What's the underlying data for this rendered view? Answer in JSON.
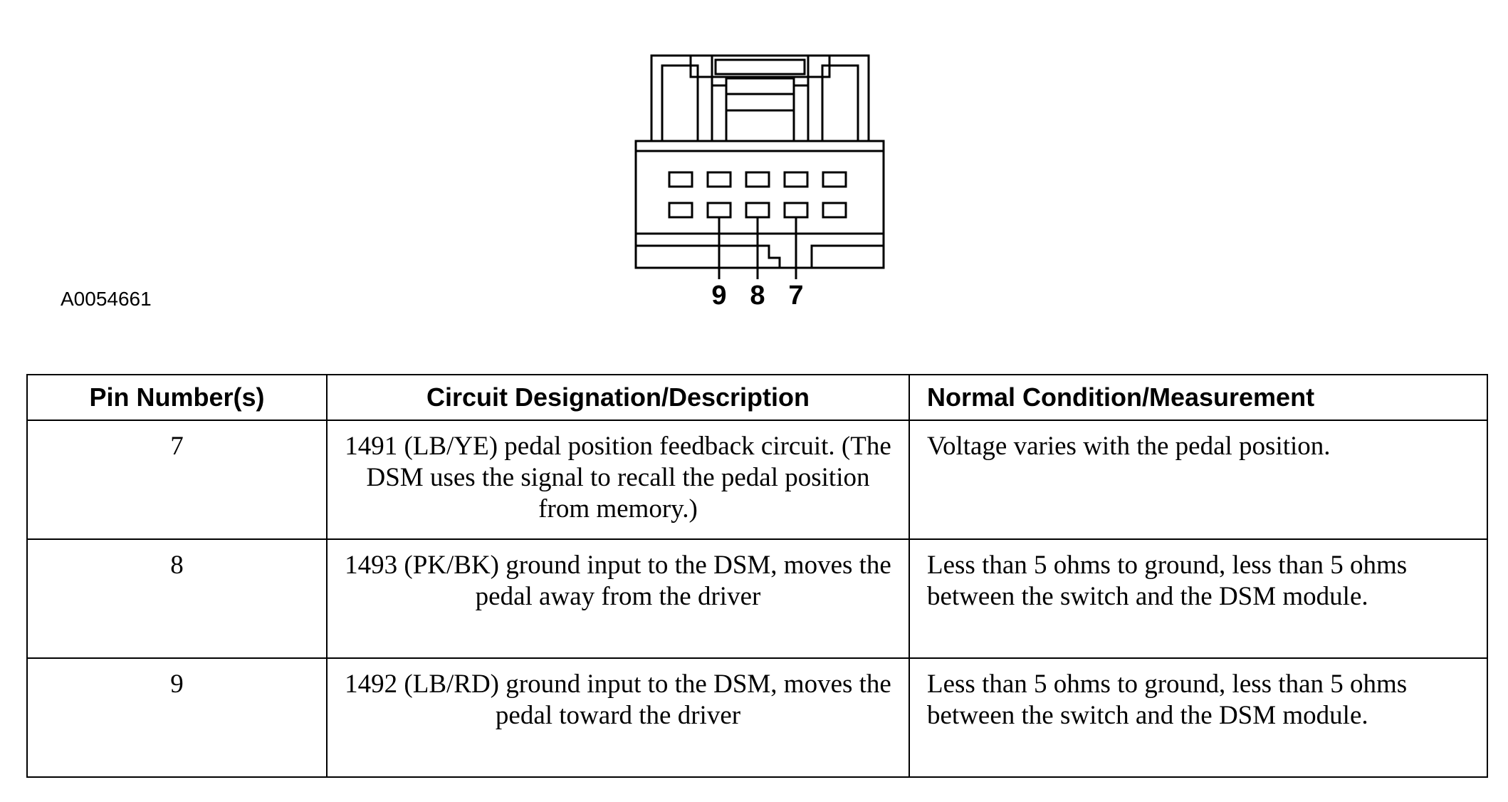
{
  "figure": {
    "id": "A0054661",
    "pin_labels": [
      "9",
      "8",
      "7"
    ]
  },
  "table": {
    "headers": [
      "Pin Number(s)",
      "Circuit Designation/Description",
      "Normal Condition/Measurement"
    ],
    "rows": [
      {
        "pin": "7",
        "description": "1491 (LB/YE) pedal position feedback circuit. (The DSM uses the signal to recall the pedal position from memory.)",
        "measurement": "Voltage varies with the pedal position."
      },
      {
        "pin": "8",
        "description": "1493 (PK/BK) ground input to the DSM, moves the pedal away from the driver",
        "measurement": "Less than 5 ohms to ground, less than 5 ohms between the switch and the DSM module."
      },
      {
        "pin": "9",
        "description": "1492 (LB/RD) ground input to the DSM, moves the pedal toward the driver",
        "measurement": "Less than 5 ohms to ground, less than 5 ohms between the switch and the DSM module."
      }
    ]
  }
}
